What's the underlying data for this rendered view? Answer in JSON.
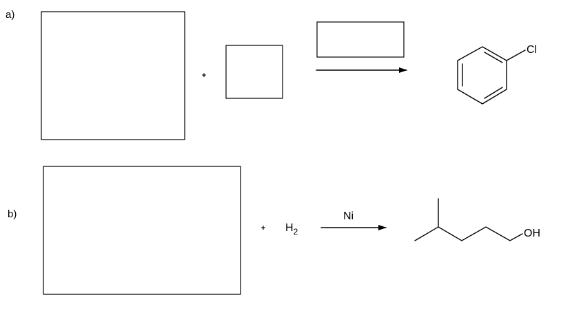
{
  "part_a": {
    "label": "a)",
    "plus": "+",
    "product_atom": "Cl"
  },
  "part_b": {
    "label": "b)",
    "plus": "+",
    "reagent_main": "H",
    "reagent_sub": "2",
    "catalyst": "Ni",
    "product_atom": "OH"
  },
  "colors": {
    "ink": "#000000",
    "background": "#ffffff"
  }
}
